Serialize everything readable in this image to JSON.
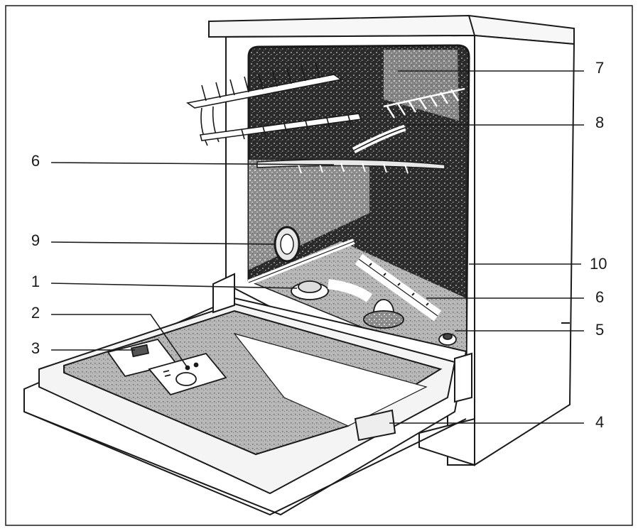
{
  "diagram": {
    "callouts": [
      {
        "id": "7",
        "label": "7"
      },
      {
        "id": "8",
        "label": "8"
      },
      {
        "id": "6a",
        "label": "6"
      },
      {
        "id": "9",
        "label": "9"
      },
      {
        "id": "10",
        "label": "10"
      },
      {
        "id": "1",
        "label": "1"
      },
      {
        "id": "6b",
        "label": "6"
      },
      {
        "id": "2",
        "label": "2"
      },
      {
        "id": "5",
        "label": "5"
      },
      {
        "id": "3",
        "label": "3"
      },
      {
        "id": "4",
        "label": "4"
      }
    ]
  },
  "colors": {
    "line": "#1a1a1a",
    "tub_dark": "#1c1c1c",
    "tub_gray": "#6e6e6e",
    "panel": "#f4f4f4"
  }
}
